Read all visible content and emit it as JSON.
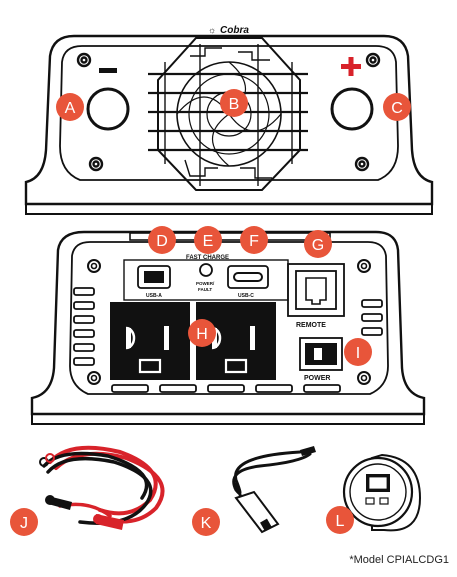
{
  "brand": "Cobra",
  "polarity": {
    "negative": "−",
    "positive": "+"
  },
  "front_panel": {
    "fast_charge": "FAST CHARGE",
    "usb_a": "USB-A",
    "usb_c": "USB-C",
    "power_fault": "POWER/",
    "power_fault_2": "FAULT",
    "remote": "REMOTE",
    "power": "POWER"
  },
  "callouts": [
    "A",
    "B",
    "C",
    "D",
    "E",
    "F",
    "G",
    "H",
    "I",
    "J",
    "K",
    "L"
  ],
  "footnote": "*Model CPIALCDG1",
  "colors": {
    "callout": "#e8553a",
    "positive": "#d8222a",
    "cable_red": "#d8232a",
    "cable_black": "#111111"
  }
}
